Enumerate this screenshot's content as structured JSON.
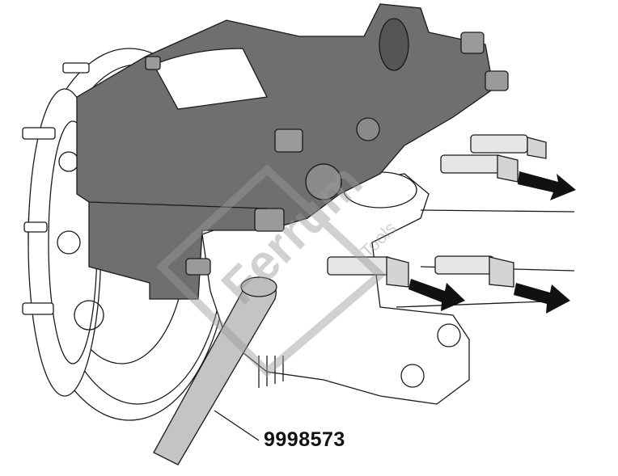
{
  "figure": {
    "tool_part_number": "9998573",
    "watermark": {
      "brand": "Ferrum",
      "sub": "Tools"
    },
    "colors": {
      "caliper": "#6f6f6f",
      "tool_bar": "#c4c4c4",
      "arrow": "#111111",
      "watermark": "#9a9a9a",
      "outline": "#1a1a1a"
    },
    "icons": [
      "removal-arrow-icon"
    ]
  }
}
